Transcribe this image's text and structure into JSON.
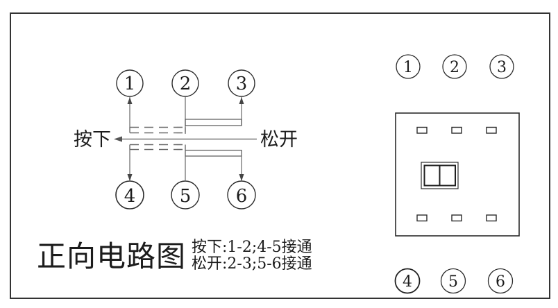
{
  "title": "正向电路图",
  "notes": {
    "line1": "按下:1-2;4-5接通",
    "line2": "松开:2-3;5-6接通"
  },
  "labels": {
    "press": "按下",
    "release": "松开"
  },
  "circuit": {
    "terminals_top": [
      "1",
      "2",
      "3"
    ],
    "terminals_bottom": [
      "4",
      "5",
      "6"
    ]
  },
  "panel": {
    "terminals_top": [
      "1",
      "2",
      "3"
    ],
    "terminals_bottom": [
      "4",
      "5",
      "6"
    ]
  },
  "colors": {
    "background": "#ffffff",
    "frame": "#333333",
    "shape_line": "#2b2b2b",
    "thin_line": "#666666",
    "text": "#1c1c1c"
  }
}
